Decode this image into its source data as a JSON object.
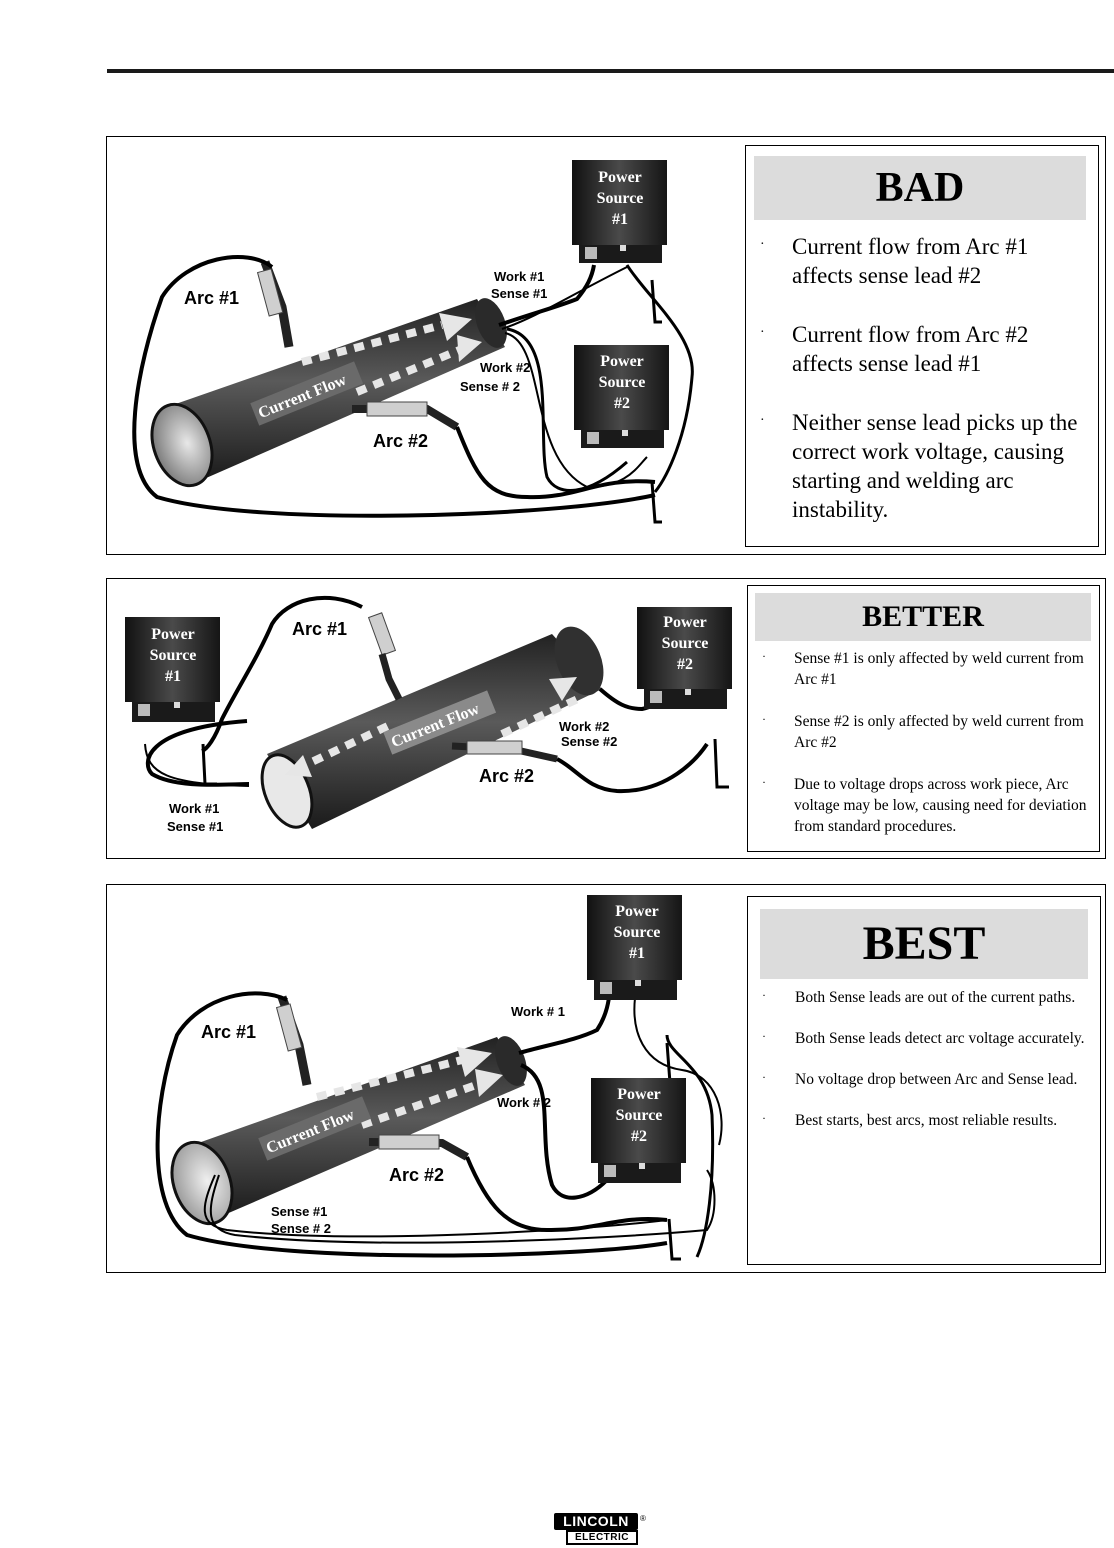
{
  "panels": [
    {
      "heading": "BAD",
      "bullets": [
        "Current flow from Arc #1 affects sense lead #2",
        "Current flow from Arc #2 affects sense lead #1",
        "Neither sense lead picks up the correct work voltage, causing starting and welding arc instability."
      ],
      "labels": {
        "arc1": "Arc  #1",
        "arc2": "Arc  #2",
        "work1": "Work  #1",
        "sense1": "Sense #1",
        "work2": "Work  #2",
        "sense2": "Sense  # 2",
        "current_flow": "Current Flow",
        "ps1": [
          "Power",
          "Source",
          "#1"
        ],
        "ps2": [
          "Power",
          "Source",
          "#2"
        ]
      }
    },
    {
      "heading": "BETTER",
      "bullets": [
        "Sense #1 is only affected by weld current from Arc #1",
        "Sense #2 is only affected by weld current from Arc #2",
        "Due to voltage drops across work piece, Arc voltage may be low, causing need for deviation from standard procedures."
      ],
      "labels": {
        "arc1": "Arc  #1",
        "arc2": "Arc  #2",
        "work1": "Work  #1",
        "sense1": "Sense  #1",
        "work2": "Work  #2",
        "sense2": "Sense  #2",
        "current_flow": "Current Flow",
        "ps1": [
          "Power",
          "Source",
          "#1"
        ],
        "ps2": [
          "Power",
          "Source",
          "#2"
        ]
      }
    },
    {
      "heading": "BEST",
      "bullets": [
        "Both Sense leads are out of the current paths.",
        "Both Sense leads detect arc voltage accurately.",
        "No voltage drop between Arc and Sense lead.",
        "Best starts, best arcs, most reliable results."
      ],
      "labels": {
        "arc1": "Arc  #1",
        "arc2": "Arc  #2",
        "work1": "Work # 1",
        "work2": "Work # 2",
        "sense1": "Sense  #1",
        "sense2": "Sense # 2",
        "current_flow": "Current Flow",
        "ps1": [
          "Power",
          "Source",
          "#1"
        ],
        "ps2": [
          "Power",
          "Source",
          "#2"
        ]
      }
    }
  ],
  "logo": {
    "top": "LINCOLN",
    "bottom": "ELECTRIC",
    "reg": "®"
  }
}
